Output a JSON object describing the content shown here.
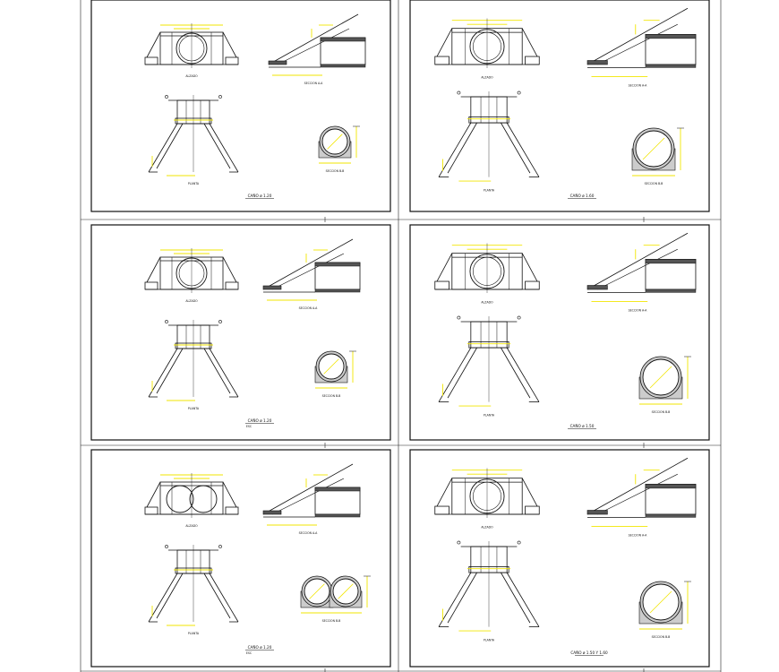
{
  "colors": {
    "line": "#111111",
    "dimension": "#f2e600",
    "grid": "#222222",
    "hatch": "#555555",
    "background": "#ffffff"
  },
  "sheets": [
    {
      "id": "p1",
      "labels": {
        "elevation": "ALZADO",
        "plan": "PLANTA",
        "section_aa": "SECCION A-A",
        "section_bb": "SECCION B-B",
        "caption": "CAÑO ø 1.20",
        "caption_sub": ""
      }
    },
    {
      "id": "p2",
      "labels": {
        "elevation": "ALZADO",
        "plan": "PLANTA",
        "section_aa": "SECCION A-A",
        "section_bb": "SECCION B-B",
        "caption": "CAÑO ø 1.60",
        "caption_sub": ""
      }
    },
    {
      "id": "p3",
      "labels": {
        "elevation": "ALZADO",
        "plan": "PLANTA",
        "section_aa": "SECCION A-A",
        "section_bb": "SECCION B-B",
        "caption": "CAÑO ø 1.20",
        "caption_sub": "ESC"
      }
    },
    {
      "id": "p4",
      "labels": {
        "elevation": "ALZADO",
        "plan": "PLANTA",
        "section_aa": "SECCION A-A",
        "section_bb": "SECCION B-B",
        "caption": "CAÑO ø 1.50",
        "caption_sub": ""
      }
    },
    {
      "id": "p5",
      "labels": {
        "elevation": "ALZADO",
        "plan": "PLANTA",
        "section_aa": "SECCION A-A",
        "section_bb": "SECCION B-B",
        "caption": "CAÑO ø 1.20",
        "caption_sub": "ESC"
      }
    },
    {
      "id": "p6",
      "labels": {
        "elevation": "ALZADO",
        "plan": "PLANTA",
        "section_aa": "SECCION A-A",
        "section_bb": "SECCION B-B",
        "caption": "CAÑO ø 1.50 Y 1.60",
        "caption_sub": ""
      }
    }
  ]
}
